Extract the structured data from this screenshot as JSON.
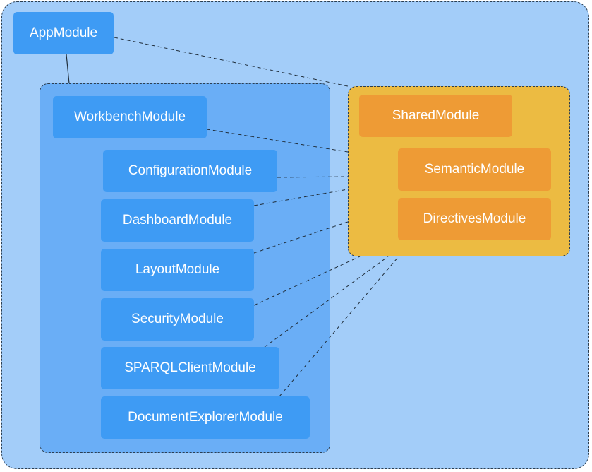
{
  "diagram": {
    "app_module": "AppModule",
    "workbench_module": "WorkbenchModule",
    "workbench_children": [
      "ConfigurationModule",
      "DashboardModule",
      "LayoutModule",
      "SecurityModule",
      "SPARQLClientModule",
      "DocumentExplorerModule"
    ],
    "shared_module": "SharedModule",
    "shared_children": [
      "SemanticModule",
      "DirectivesModule"
    ]
  },
  "colors": {
    "outer_group": "#a3cdf9",
    "inner_group": "#6aaef6",
    "blue_node": "#3e9bf4",
    "shared_group": "#ecbb42",
    "orange_node": "#ee9b35",
    "border": "#2c3e50"
  }
}
